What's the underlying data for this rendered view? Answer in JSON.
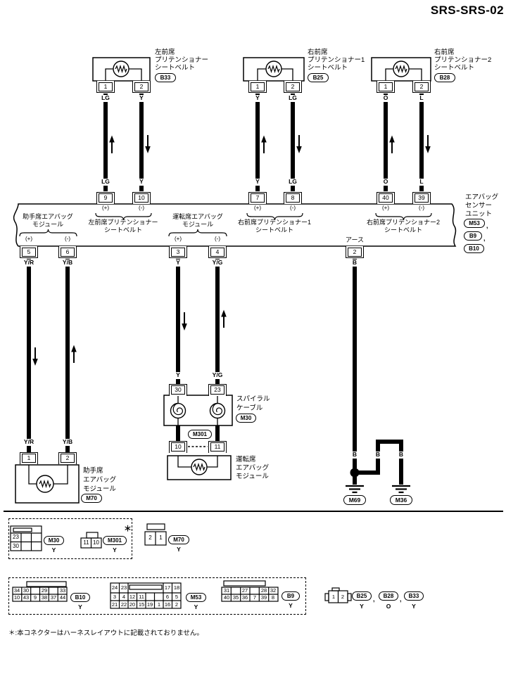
{
  "title": "SRS-SRS-02",
  "comma": ",",
  "note": "＊:本コネクターはハーネスレイアウトに記載されておりません。",
  "components": {
    "b33": {
      "name1": "左前席",
      "name2": "プリテンショナー",
      "name3": "シートベルト",
      "conn": "B33",
      "pin1": "1",
      "pin2": "2",
      "wire1": "LG",
      "wire2": "Y"
    },
    "b25": {
      "name1": "右前席",
      "name2": "プリテンショナー1",
      "name3": "シートベルト",
      "conn": "B25",
      "pin1": "1",
      "pin2": "2",
      "wire1": "Y",
      "wire2": "LG"
    },
    "b28": {
      "name1": "右前席",
      "name2": "プリテンショナー2",
      "name3": "シートベルト",
      "conn": "B28",
      "pin1": "1",
      "pin2": "2",
      "wire1": "O",
      "wire2": "L"
    }
  },
  "unit": {
    "name1": "エアバッグ",
    "name2": "センサー",
    "name3": "ユニット",
    "conn1": "M53",
    "conn2": "B9",
    "conn3": "B10",
    "top_groups": {
      "g1": {
        "pin1": "9",
        "pin2": "10",
        "pos": "(+)",
        "neg": "(-)",
        "label1": "左前席プリテンショナー",
        "label2": "シートベルト"
      },
      "g2": {
        "pin1": "7",
        "pin2": "8",
        "pos": "(+)",
        "neg": "(-)",
        "label1": "右前席プリテンショナー1",
        "label2": "シートベルト"
      },
      "g3": {
        "pin1": "40",
        "pin2": "39",
        "pos": "(+)",
        "neg": "(-)",
        "label1": "右前席プリテンショナー2",
        "label2": "シートベルト"
      }
    },
    "bottom_groups": {
      "g1": {
        "label1": "助手席エアバッグ",
        "label2": "モジュール",
        "pos": "(+)",
        "neg": "(-)",
        "pin1": "5",
        "pin2": "6"
      },
      "g2": {
        "label1": "運転席エアバッグ",
        "label2": "モジュール",
        "pos": "(+)",
        "neg": "(-)",
        "pin1": "3",
        "pin2": "4"
      },
      "ground": {
        "label": "アース",
        "pin": "2"
      }
    }
  },
  "wire_colors": {
    "yr": "Y/R",
    "yb": "Y/B",
    "y": "Y",
    "yg": "Y/G",
    "b": "B"
  },
  "passenger_module": {
    "name1": "助手席",
    "name2": "エアバッグ",
    "name3": "モジュール",
    "conn": "M70",
    "pin1": "1",
    "pin2": "2"
  },
  "spiral_cable": {
    "name1": "スパイラル",
    "name2": "ケーブル",
    "conn": "M30",
    "pin1": "30",
    "pin2": "23"
  },
  "joint": {
    "conn": "M301",
    "pin1": "10",
    "pin2": "11"
  },
  "driver_module": {
    "name1": "運転席",
    "name2": "エアバッグ",
    "name3": "モジュール"
  },
  "grounds": {
    "g1": "M69",
    "g2": "M36"
  },
  "legend_row1": {
    "m30": {
      "cell1": "23",
      "cell2": "30",
      "conn": "M30",
      "color": "Y"
    },
    "m301": {
      "cell1": "11",
      "cell2": "10",
      "conn": "M301",
      "color": "Y",
      "star": "＊"
    },
    "m70": {
      "cell1": "2",
      "cell2": "1",
      "conn": "M70",
      "color": "Y"
    }
  },
  "legend_row2": {
    "b10": {
      "row1": [
        "34",
        "30",
        "",
        "29",
        "",
        "33"
      ],
      "row2": [
        "10",
        "43",
        "9",
        "38",
        "37",
        "44"
      ],
      "conn": "B10",
      "color": "Y"
    },
    "m53": {
      "row1": [
        "24",
        "23",
        "17",
        "18"
      ],
      "row2": [
        "3",
        "4",
        "12",
        "11",
        "",
        "",
        "6",
        "5"
      ],
      "row3": [
        "21",
        "22",
        "20",
        "15",
        "19",
        "1",
        "16",
        "2"
      ],
      "conn": "M53",
      "color": "Y"
    },
    "b9": {
      "row1": [
        "31",
        "",
        "27",
        "",
        "28",
        "32"
      ],
      "row2": [
        "40",
        "35",
        "36",
        "7",
        "39",
        "8"
      ],
      "conn": "B9",
      "color": "Y"
    },
    "belt": {
      "pin1": "1",
      "pin2": "2",
      "conn1": "B25",
      "conn2": "B28",
      "conn3": "B33",
      "color1": "Y",
      "color2": "O",
      "color3": "Y"
    }
  }
}
